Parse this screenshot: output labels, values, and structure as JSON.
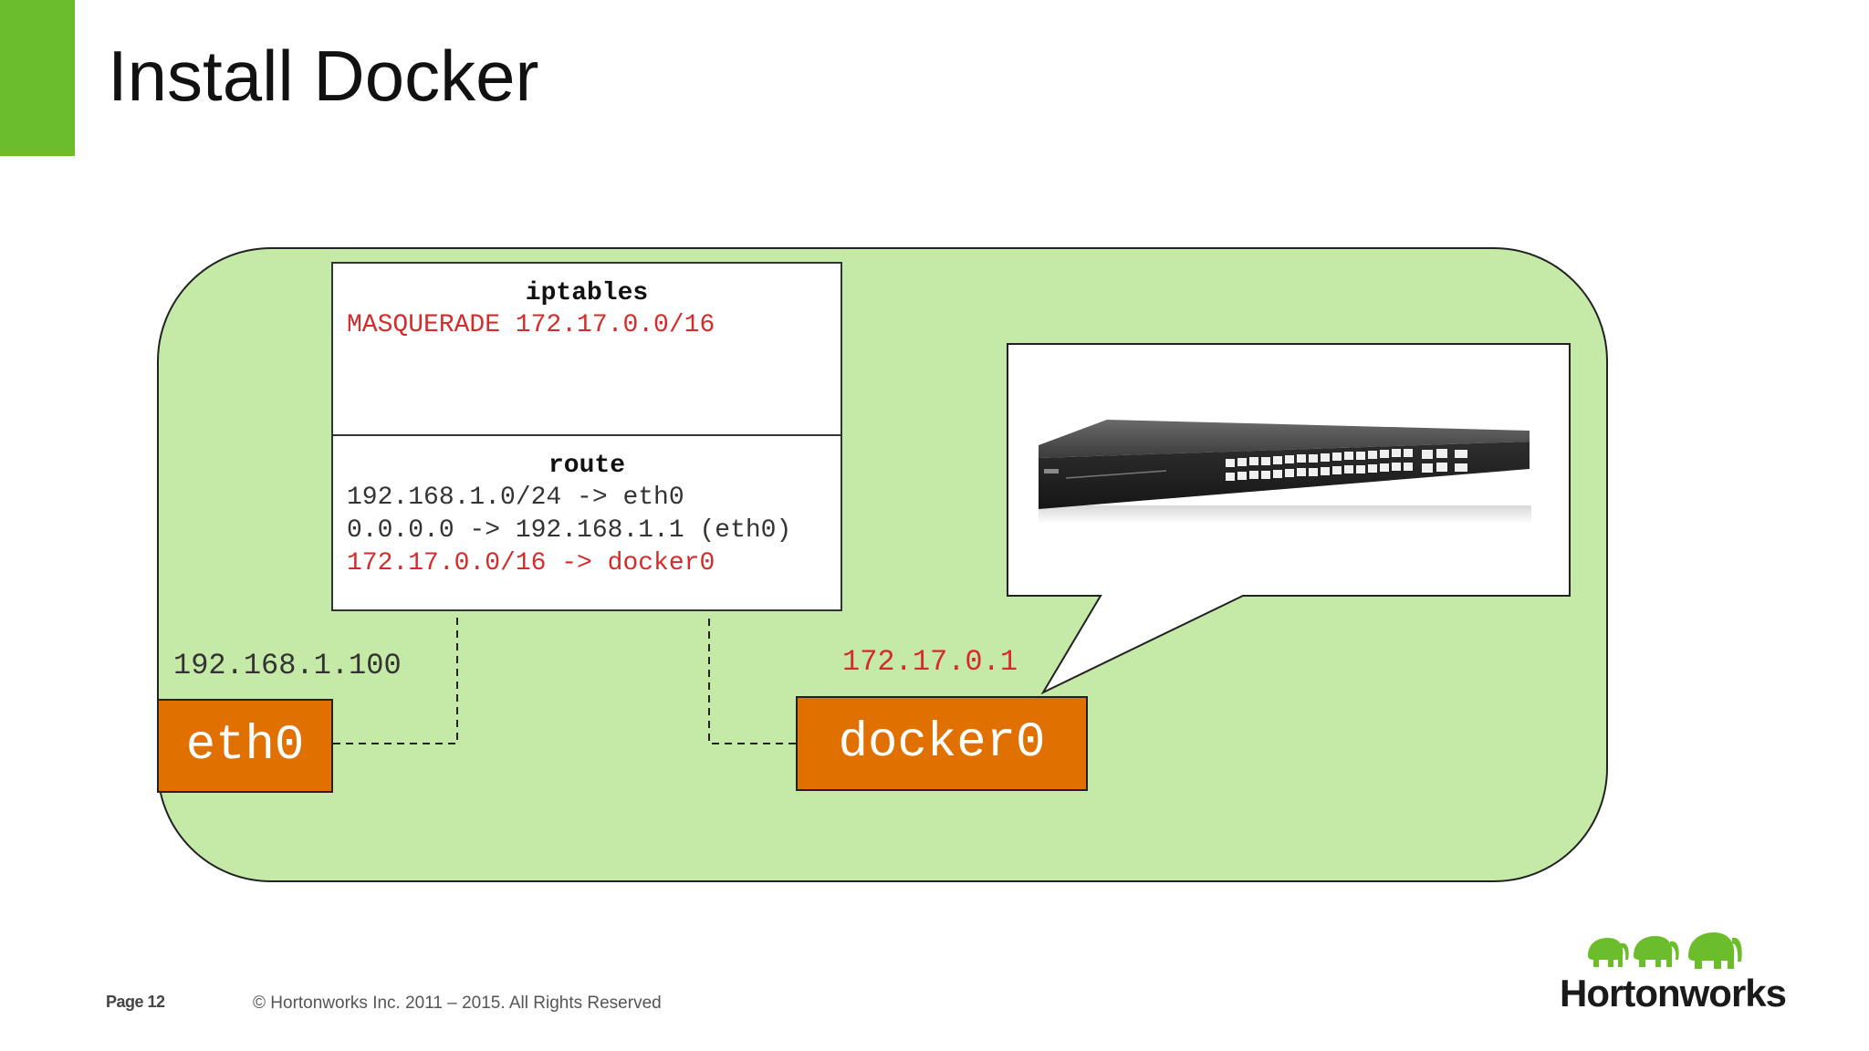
{
  "slide": {
    "title": "Install Docker",
    "page_label": "Page 12",
    "copyright": "© Hortonworks Inc. 2011 – 2015. All Rights Reserved",
    "logo_text": "Hortonworks"
  },
  "iptables": {
    "title": "iptables",
    "lines": [
      "MASQUERADE 172.17.0.0/16"
    ]
  },
  "route": {
    "title": "route",
    "lines": [
      "192.168.1.0/24 -> eth0",
      "0.0.0.0 -> 192.168.1.1 (eth0)",
      "172.17.0.0/16 -> docker0"
    ]
  },
  "interfaces": {
    "eth0": {
      "label": "eth0",
      "ip": "192.168.1.100"
    },
    "docker0": {
      "label": "docker0",
      "ip": "172.17.0.1"
    }
  },
  "colors": {
    "accent": "#6cbd2c",
    "host_fill": "#c5eaa7",
    "interface_fill": "#e07000",
    "highlight_text": "#d62b2b",
    "logo_green": "#6cbd2c"
  },
  "icons": {
    "switch": "network-switch-image",
    "logo": "elephant-logo"
  }
}
